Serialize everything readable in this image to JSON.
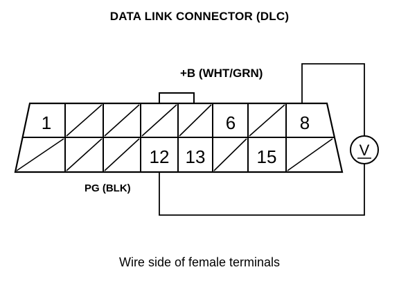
{
  "title": "DATA LINK CONNECTOR (DLC)",
  "caption": "Wire side of female terminals",
  "wires": {
    "power_label": "+B (WHT/GRN)",
    "ground_label": "PG (BLK)"
  },
  "meter_symbol": "V",
  "pins": {
    "p1": "1",
    "p6": "6",
    "p8": "8",
    "p12": "12",
    "p13": "13",
    "p15": "15"
  }
}
